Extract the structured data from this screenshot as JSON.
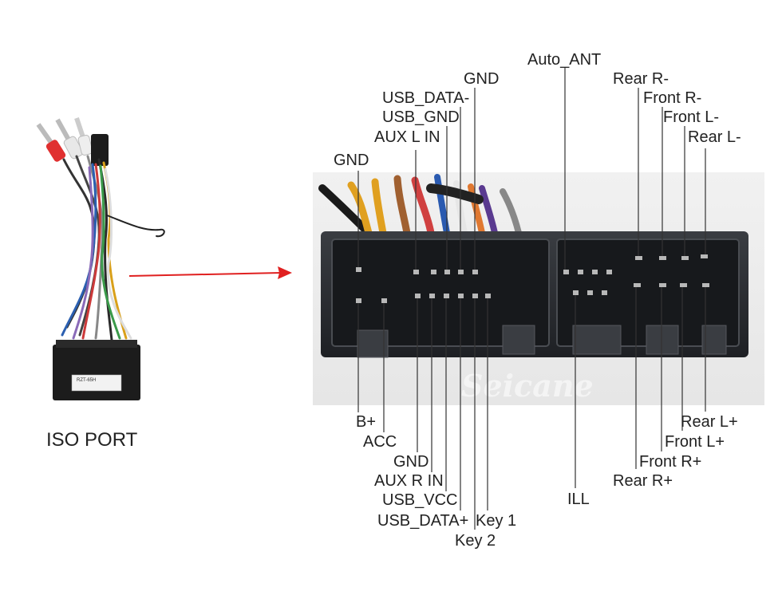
{
  "port_caption": "ISO PORT",
  "watermark": "Seicane",
  "harness_tag": "RZT-65H",
  "colors": {
    "arrow": "#e02020",
    "connector_body": "#2a2d31",
    "text": "#222222"
  },
  "top_labels": {
    "gnd_left": "GND",
    "aux_l_in": "AUX L IN",
    "usb_gnd": "USB_GND",
    "usb_data_minus": "USB_DATA-",
    "gnd_top": "GND",
    "auto_ant": "Auto_ANT",
    "rear_r_minus": "Rear R-",
    "front_r_minus": "Front R-",
    "front_l_minus": "Front L-",
    "rear_l_minus": "Rear L-"
  },
  "bottom_labels": {
    "b_plus": "B+",
    "acc": "ACC",
    "gnd": "GND",
    "aux_r_in": "AUX R IN",
    "usb_vcc": "USB_VCC",
    "usb_data_plus": "USB_DATA+",
    "key_1": "Key 1",
    "key_2": "Key 2",
    "ill": "ILL",
    "rear_l_plus": "Rear L+",
    "front_l_plus": "Front L+",
    "front_r_plus": "Front R+",
    "rear_r_plus": "Rear R+"
  }
}
